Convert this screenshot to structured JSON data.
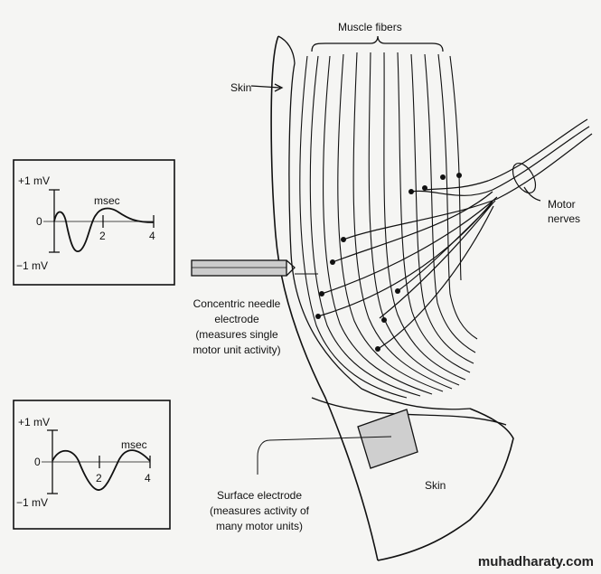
{
  "labels": {
    "muscle_fibers": "Muscle fibers",
    "skin_top": "Skin",
    "motor_nerves": [
      "Motor",
      "nerves"
    ],
    "needle": [
      "Concentric needle",
      "electrode",
      "(measures single",
      "motor unit activity)"
    ],
    "surface": [
      "Surface electrode",
      "(measures activity of",
      "many motor units)"
    ],
    "skin_bottom": "Skin"
  },
  "trace_single": {
    "y_top": "+1 mV",
    "y_bottom": "−1 mV",
    "zero": "0",
    "x_unit": "msec",
    "tick_2": "2",
    "tick_4": "4"
  },
  "trace_surface": {
    "y_top": "+1 mV",
    "y_bottom": "−1 mV",
    "zero": "0",
    "x_unit": "msec",
    "tick_2": "2",
    "tick_4": "4"
  },
  "watermark": "muhadharaty.com"
}
